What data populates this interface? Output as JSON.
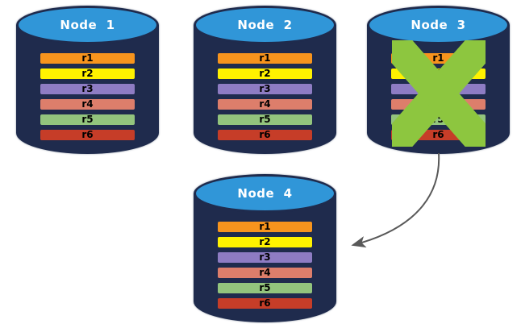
{
  "diagram": {
    "background": "#FFFFFF",
    "cylinder": {
      "body_color": "#1F2B4D",
      "top_color": "#3096D8",
      "title_color": "#FFFFFF"
    },
    "failure_x_color": "#8DC63F",
    "arrow_color": "#595959",
    "nodes": [
      {
        "title": "Node  1",
        "status": "active",
        "replicas": [
          {
            "label": "r1",
            "color": "#F7941D"
          },
          {
            "label": "r2",
            "color": "#FFF200"
          },
          {
            "label": "r3",
            "color": "#8E7CC3"
          },
          {
            "label": "r4",
            "color": "#DD7E6B"
          },
          {
            "label": "r5",
            "color": "#93C47D"
          },
          {
            "label": "r6",
            "color": "#C63D28"
          }
        ]
      },
      {
        "title": "Node  2",
        "status": "active",
        "replicas": [
          {
            "label": "r1",
            "color": "#F7941D"
          },
          {
            "label": "r2",
            "color": "#FFF200"
          },
          {
            "label": "r3",
            "color": "#8E7CC3"
          },
          {
            "label": "r4",
            "color": "#DD7E6B"
          },
          {
            "label": "r5",
            "color": "#93C47D"
          },
          {
            "label": "r6",
            "color": "#C63D28"
          }
        ]
      },
      {
        "title": "Node  3",
        "status": "failed",
        "replicas": [
          {
            "label": "r1",
            "color": "#F7941D"
          },
          {
            "label": "r2",
            "color": "#FFF200"
          },
          {
            "label": "r3",
            "color": "#8E7CC3"
          },
          {
            "label": "r4",
            "color": "#DD7E6B"
          },
          {
            "label": "r5",
            "color": "#93C47D"
          },
          {
            "label": "r6",
            "color": "#C63D28"
          }
        ]
      },
      {
        "title": "Node  4",
        "status": "active",
        "replicas": [
          {
            "label": "r1",
            "color": "#F7941D"
          },
          {
            "label": "r2",
            "color": "#FFF200"
          },
          {
            "label": "r3",
            "color": "#8E7CC3"
          },
          {
            "label": "r4",
            "color": "#DD7E6B"
          },
          {
            "label": "r5",
            "color": "#93C47D"
          },
          {
            "label": "r6",
            "color": "#C63D28"
          }
        ]
      }
    ]
  }
}
